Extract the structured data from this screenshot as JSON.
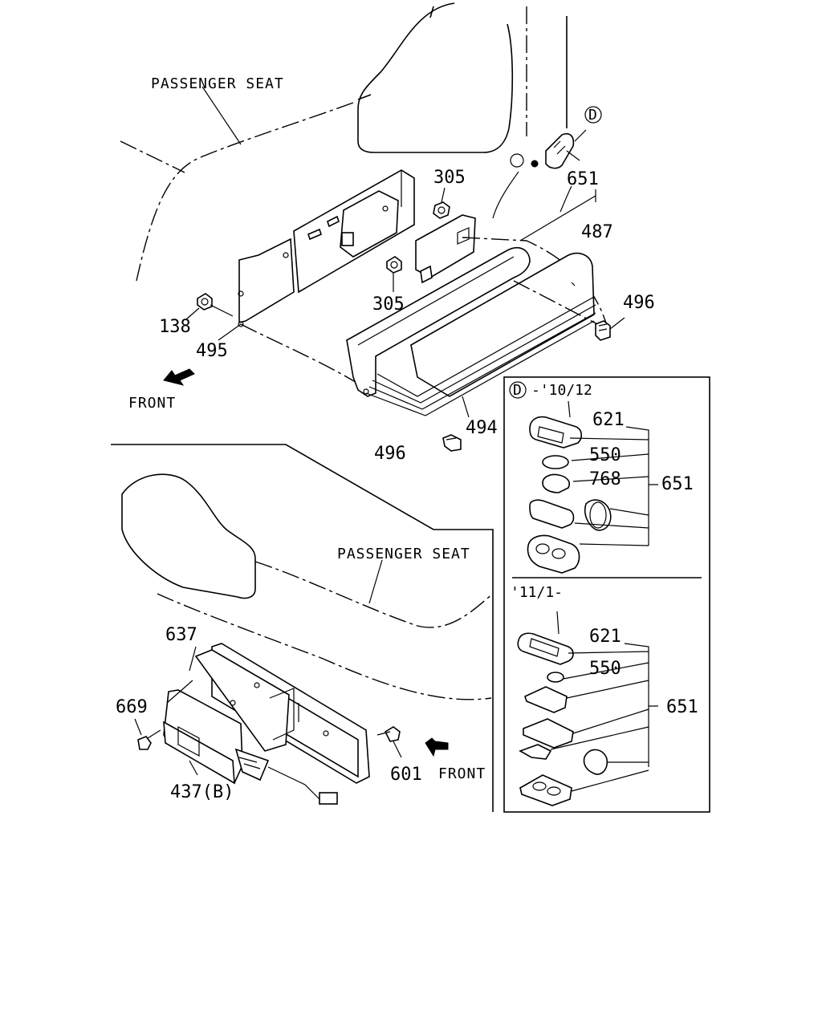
{
  "labels": {
    "passenger_seat_top": "PASSENGER SEAT",
    "passenger_seat_bottom": "PASSENGER SEAT",
    "front_top": "FRONT",
    "front_bottom": "FRONT",
    "callout_d_letter": "D",
    "inset_d_letter": "D",
    "inset_d_range": "-'10/12",
    "inset2_range": "'11/1-"
  },
  "part_numbers": {
    "p651_top": "651",
    "p487": "487",
    "p305_top": "305",
    "p305_mid": "305",
    "p496_right": "496",
    "p496_bottom": "496",
    "p138": "138",
    "p495": "495",
    "p494": "494",
    "p637": "637",
    "p669": "669",
    "p437b": "437(B)",
    "p601": "601",
    "inset1_621": "621",
    "inset1_550": "550",
    "inset1_768": "768",
    "inset1_651": "651",
    "inset2_621": "621",
    "inset2_550": "550",
    "inset2_651": "651"
  }
}
